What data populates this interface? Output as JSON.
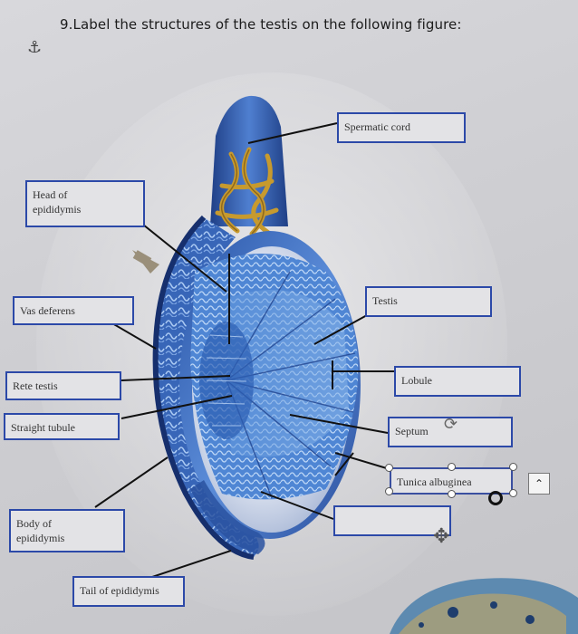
{
  "question": "9.Label the structures of the testis on the following figure:",
  "anchor_icon": "⚓",
  "labels": {
    "spermatic_cord": "Spermatic cord",
    "head_of_epididymis_line1": "Head of",
    "head_of_epididymis_line2": "epididymis",
    "testis": "Testis",
    "vas_deferens": "Vas deferens",
    "lobule": "Lobule",
    "rete_testis": "Rete testis",
    "straight_tubule": "Straight tubule",
    "septum": "Septum",
    "tunica_albuginea": "Tunica albuginea",
    "blank": "",
    "body_of_epididymis_line1": "Body of",
    "body_of_epididymis_line2": "epididymis",
    "tail_of_epididymis": "Tail of epididymis"
  },
  "icons": {
    "rotate": "⟳",
    "move": "✥",
    "tools": "⌃"
  },
  "colors": {
    "box_border": "#2c49a8",
    "tissue_blue": "#3c6fc4",
    "epididymis_dark": "#1d3f8a",
    "vessels_gold": "#c79a2e"
  }
}
